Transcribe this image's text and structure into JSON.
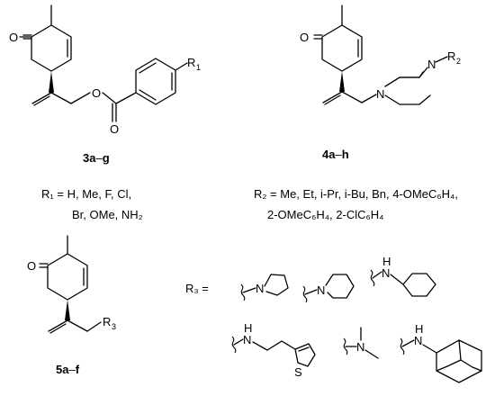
{
  "atoms": {
    "O": "O",
    "N": "N",
    "NH": "N",
    "H": "H",
    "S": "S"
  },
  "compounds": {
    "c3": {
      "num": "3",
      "letters": "a",
      "dash": "–",
      "last": "g"
    },
    "c4": {
      "num": "4",
      "letters": "a",
      "dash": "–",
      "last": "h"
    },
    "c5": {
      "num": "5",
      "letters": "a",
      "dash": "–",
      "last": "f"
    }
  },
  "labels": {
    "r1": {
      "r": "R",
      "sub": "1"
    },
    "r2": {
      "r": "R",
      "sub": "2"
    },
    "r3": {
      "r": "R",
      "sub": "3"
    }
  },
  "r1_def": {
    "line1": "R₁ = H, Me, F, Cl,",
    "line2": "Br, OMe, NH₂"
  },
  "r2_def": {
    "line1": "R₂ = Me, Et, i-Pr, i-Bu, Bn, 4-OMeC₆H₄,",
    "line2": "2-OMeC₆H₄, 2-ClC₆H₄"
  },
  "r3_eq": "R₃ ="
}
